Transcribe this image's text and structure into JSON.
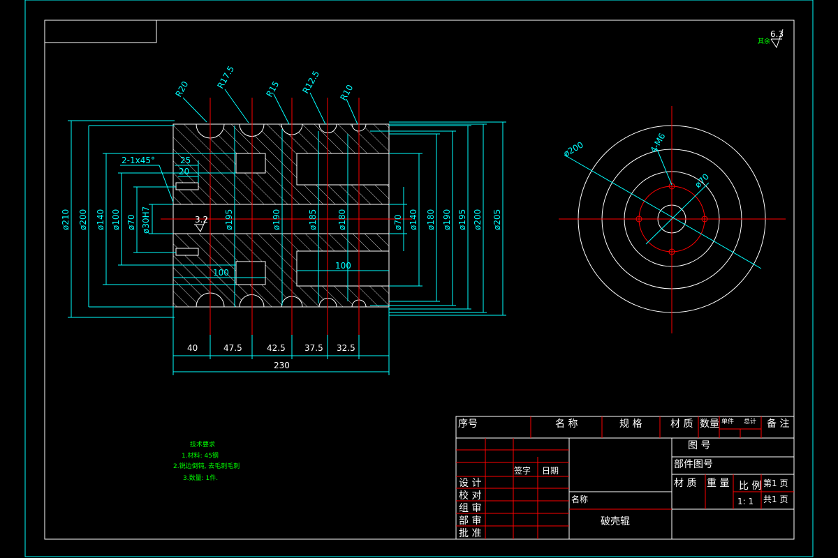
{
  "colors": {
    "frame": "#00ffff",
    "part": "#ffffff",
    "center": "#ff0000",
    "dim": "#00ffff",
    "hatch": "#ffffff",
    "note": "#00ff00",
    "table_text": "#ffffff",
    "table_line": "#ff0000"
  },
  "roughness": {
    "value": "6.3",
    "label": "其余"
  },
  "radii": [
    "R20",
    "R17.5",
    "R15",
    "R12.5",
    "R10"
  ],
  "chamfer": "2-1x45°",
  "dims_top": {
    "d25": "25",
    "d20": "20"
  },
  "roughness_inner": "3.2",
  "left_dias": [
    "ø210",
    "ø200",
    "ø140",
    "ø100",
    "ø70",
    "ø30H7"
  ],
  "mid_dias": [
    "ø195",
    "ø190",
    "ø185",
    "ø180"
  ],
  "right_dias": [
    "ø70",
    "ø140",
    "ø180",
    "ø190",
    "ø195",
    "ø200",
    "ø205"
  ],
  "len100_left": "100",
  "len100_right": "100",
  "bottom_dims": [
    "40",
    "47.5",
    "42.5",
    "37.5",
    "32.5"
  ],
  "total_len": "230",
  "side_view": {
    "d200": "ø200",
    "holes": "4-M6",
    "d70": "ø70"
  },
  "notes": {
    "title": "技术要求",
    "n1": "1.材料: 45钢",
    "n2": "2.锐边倒钝, 去毛刺毛刺",
    "n3": "3.数量: 1件."
  },
  "table": {
    "seq": "序号",
    "name": "名 称",
    "spec": "规 格",
    "material": "材 质",
    "qty": "数量",
    "single": "单件",
    "total": "总计",
    "remark": "备 注",
    "drawno": "图 号",
    "partno": "部件图号",
    "material2": "材 质",
    "weight": "重 量",
    "scale": "比 例",
    "scale_val": "1: 1",
    "page": "第1 页",
    "pages": "共1 页",
    "sign": "签字",
    "date": "日期",
    "design": "设 计",
    "check": "校 对",
    "group": "组 审",
    "dept": "部 审",
    "approve": "批 准",
    "name_label": "名称",
    "part_name": "破壳辊"
  }
}
